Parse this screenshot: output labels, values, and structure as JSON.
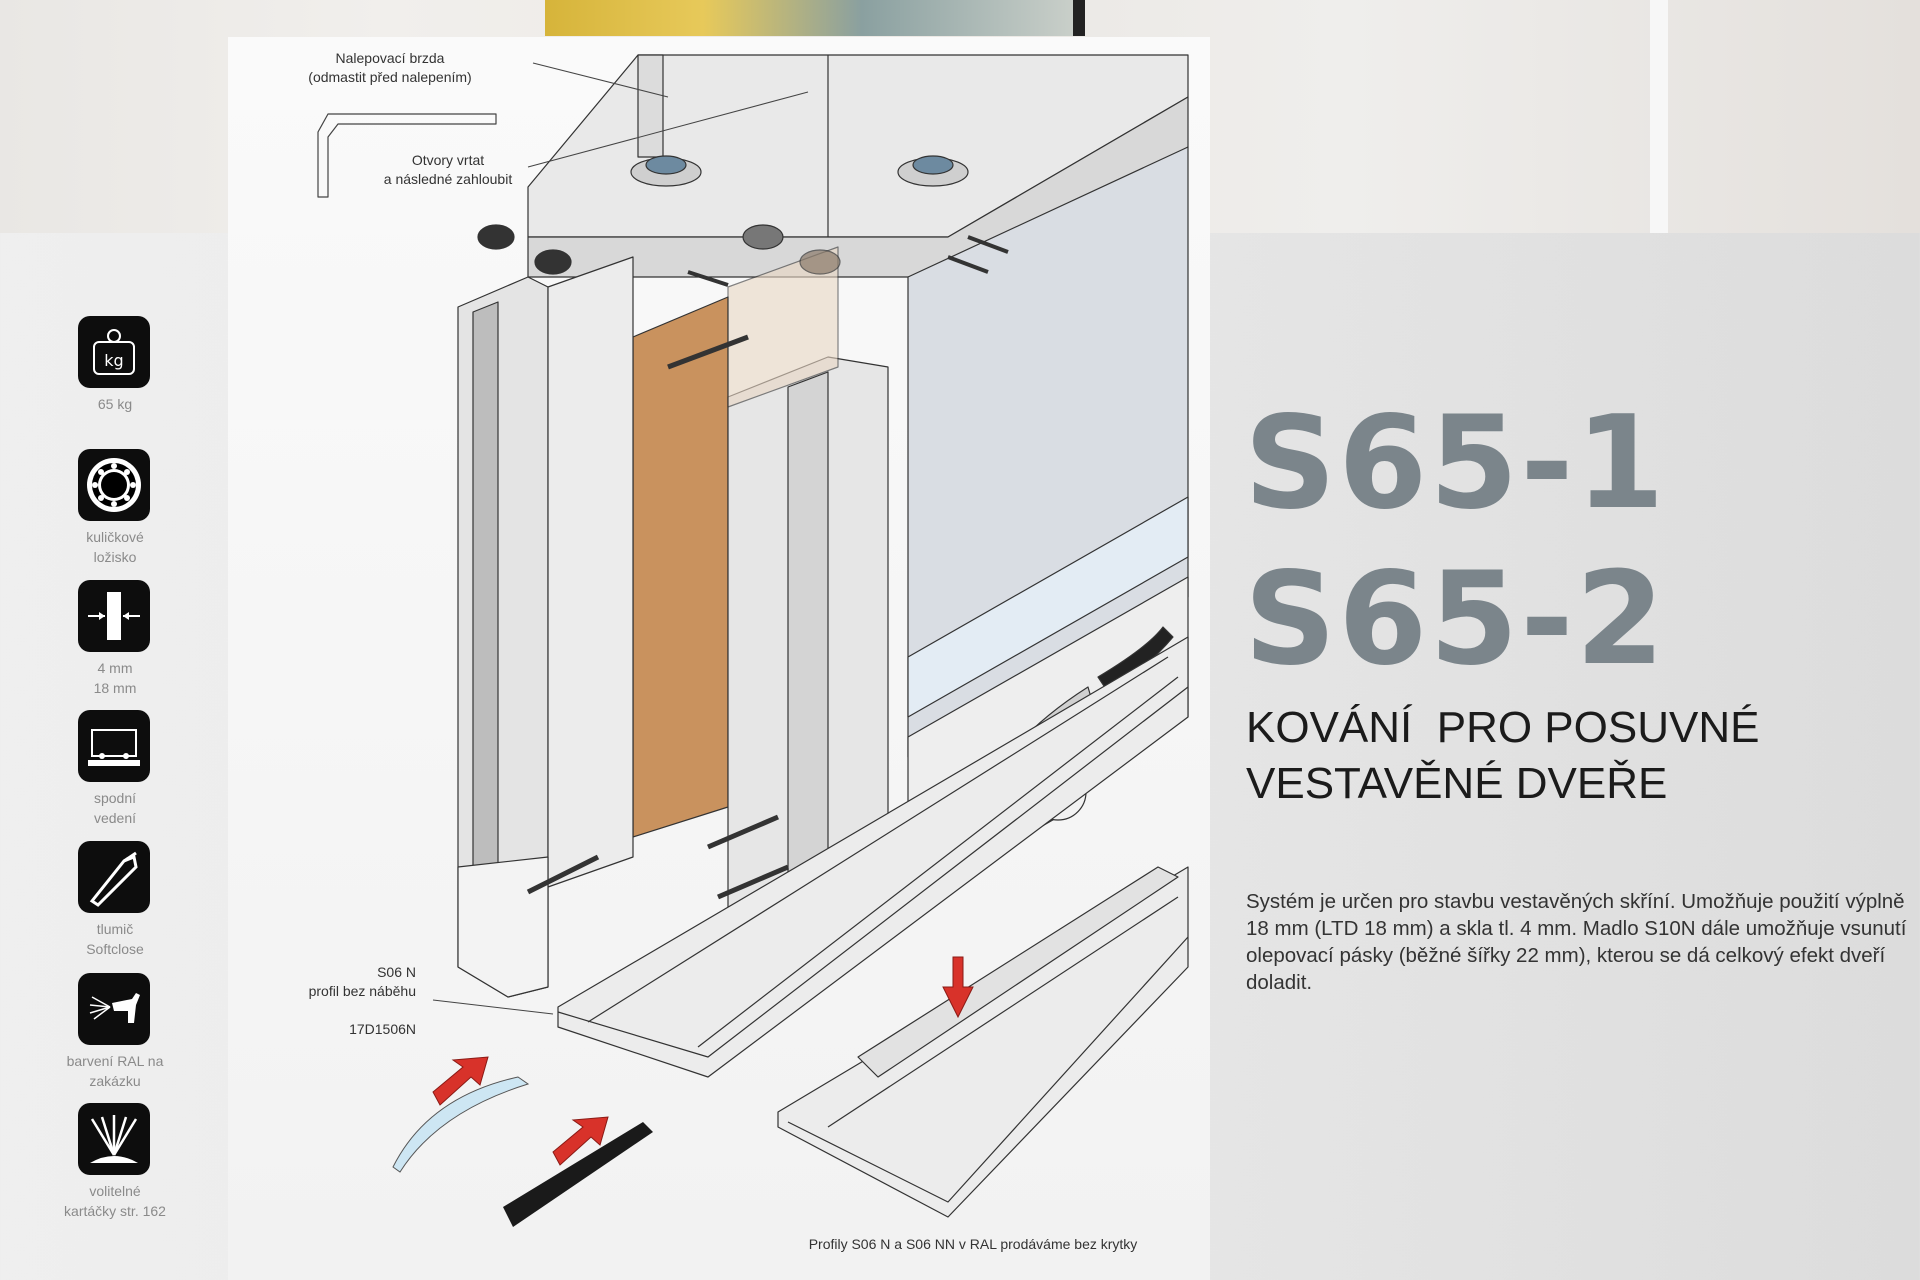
{
  "annotations": {
    "brake_line1": "Nalepovací brzda",
    "brake_line2": "(odmastit před nalepením)",
    "holes_line1": "Otvory vrtat",
    "holes_line2": "a následné zahloubit",
    "profile_line1": "S06 N",
    "profile_line2": "profil bez náběhu",
    "profile_code": "17D1506N",
    "bottom_note": "Profily S06 N a S06 NN v RAL prodáváme bez krytky"
  },
  "features": [
    {
      "icon": "weight-kg-icon",
      "glyph": "kg",
      "label1": "65 kg",
      "label2": ""
    },
    {
      "icon": "ball-bearing-icon",
      "label1": "kuličkové",
      "label2": "ložisko"
    },
    {
      "icon": "thickness-icon",
      "label1": "4 mm",
      "label2": "18 mm"
    },
    {
      "icon": "bottom-guide-icon",
      "label1": "spodní",
      "label2": "vedení"
    },
    {
      "icon": "damper-icon",
      "label1": "tlumič",
      "label2": "Softclose"
    },
    {
      "icon": "spray-gun-icon",
      "label1": "barvení RAL na",
      "label2": "zakázku"
    },
    {
      "icon": "brushes-icon",
      "label1": "volitelné",
      "label2": "kartáčky str. 162"
    }
  ],
  "product": {
    "title1": "S65-1",
    "title2": "S65-2",
    "subtitle1": "KOVÁNÍ  PRO POSUVNÉ",
    "subtitle2": "VESTAVĚNÉ DVEŘE",
    "description": "Systém je určen pro stavbu vestavěných skříní. Umožňuje použití výplně 18 mm (LTD 18 mm) a skla tl. 4 mm. Madlo S10N dále umožňuje vsunutí olepovací pásky (běžné šířky 22 mm), kterou se dá celkový efekt dveří doladit."
  },
  "colors": {
    "title": "#7b858b",
    "arrow": "#d8322a",
    "wood": "#c9925e",
    "glass": "#cfe3ee"
  }
}
